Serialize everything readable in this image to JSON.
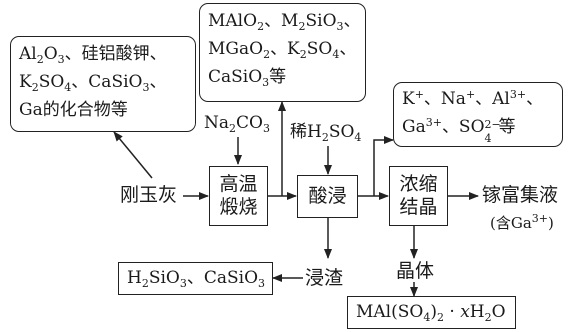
{
  "ore_composition": {
    "line1": [
      "Al",
      "2",
      "O",
      "3",
      "、硅铝酸钾、"
    ],
    "line2": [
      "K",
      "2",
      "SO",
      "4",
      "、CaSiO",
      "3",
      "、"
    ],
    "line3": "Ga的化合物等"
  },
  "calcination_products": {
    "line1": [
      "MAlO",
      "2",
      "、M",
      "2",
      "SiO",
      "3",
      "、"
    ],
    "line2": [
      "MGaO",
      "2",
      "、K",
      "2",
      "SO",
      "4",
      "、"
    ],
    "line3": [
      "CaSiO",
      "3",
      "等"
    ]
  },
  "filtrate_ions": {
    "line1": [
      "K",
      "+",
      "、Na",
      "+",
      "、Al",
      "3+",
      "、"
    ],
    "line2": [
      "Ga",
      "3+",
      "、SO",
      "4",
      "2−",
      "等"
    ]
  },
  "reagents": {
    "na2co3": [
      "Na",
      "2",
      "CO",
      "3"
    ],
    "h2so4": [
      "稀H",
      "2",
      "SO",
      "4"
    ]
  },
  "raw_material": "刚玉灰",
  "steps": {
    "calcination": [
      "高温",
      "煅烧"
    ],
    "acid_leach": "酸浸",
    "concentration": [
      "浓缩",
      "结晶"
    ]
  },
  "product_liquid": {
    "name": "镓富集液",
    "note_prefix": "(含Ga",
    "note_sup": "3+",
    "note_suffix": ")"
  },
  "leach_residue": {
    "label": "浸渣",
    "components": [
      "H",
      "2",
      "SiO",
      "3",
      "、CaSiO",
      "3"
    ]
  },
  "crystal": {
    "label": "晶体",
    "formula": [
      "MAl(SO",
      "4",
      ")",
      "2",
      "·",
      "x",
      "H",
      "2",
      "O"
    ]
  }
}
